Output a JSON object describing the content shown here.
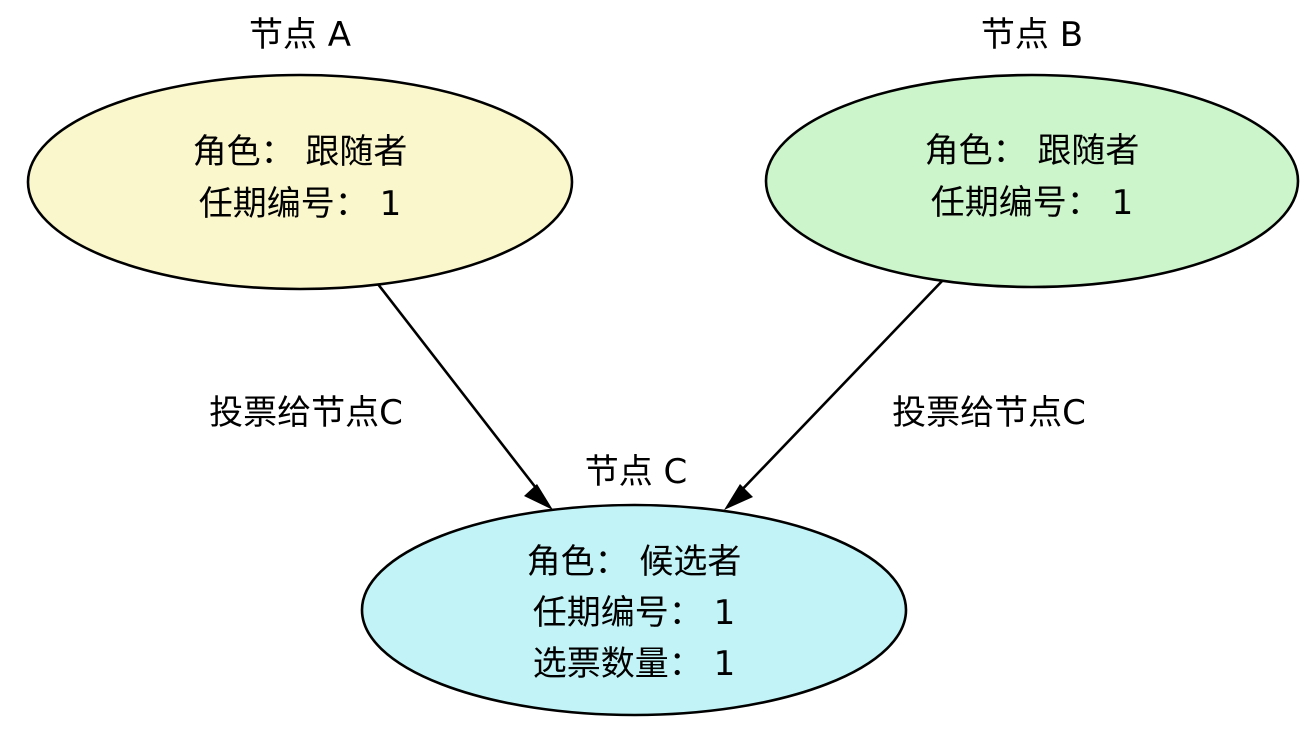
{
  "diagram": {
    "background_color": "#ffffff",
    "stroke_color": "#000000",
    "nodes": [
      {
        "id": "A",
        "title": "节点 A",
        "fill_color": "#FAF7CC",
        "lines": [
          "角色： 跟随者",
          "任期编号： 1"
        ]
      },
      {
        "id": "B",
        "title": "节点 B",
        "fill_color": "#CCF5CC",
        "lines": [
          "角色： 跟随者",
          "任期编号： 1"
        ]
      },
      {
        "id": "C",
        "title": "节点 C",
        "fill_color": "#C2F4F7",
        "lines": [
          "角色： 候选者",
          "任期编号： 1",
          "选票数量： 1"
        ]
      }
    ],
    "edges": [
      {
        "id": "a-to-c",
        "from": "A",
        "to": "C",
        "label": "投票给节点C"
      },
      {
        "id": "b-to-c",
        "from": "B",
        "to": "C",
        "label": "投票给节点C"
      }
    ]
  }
}
